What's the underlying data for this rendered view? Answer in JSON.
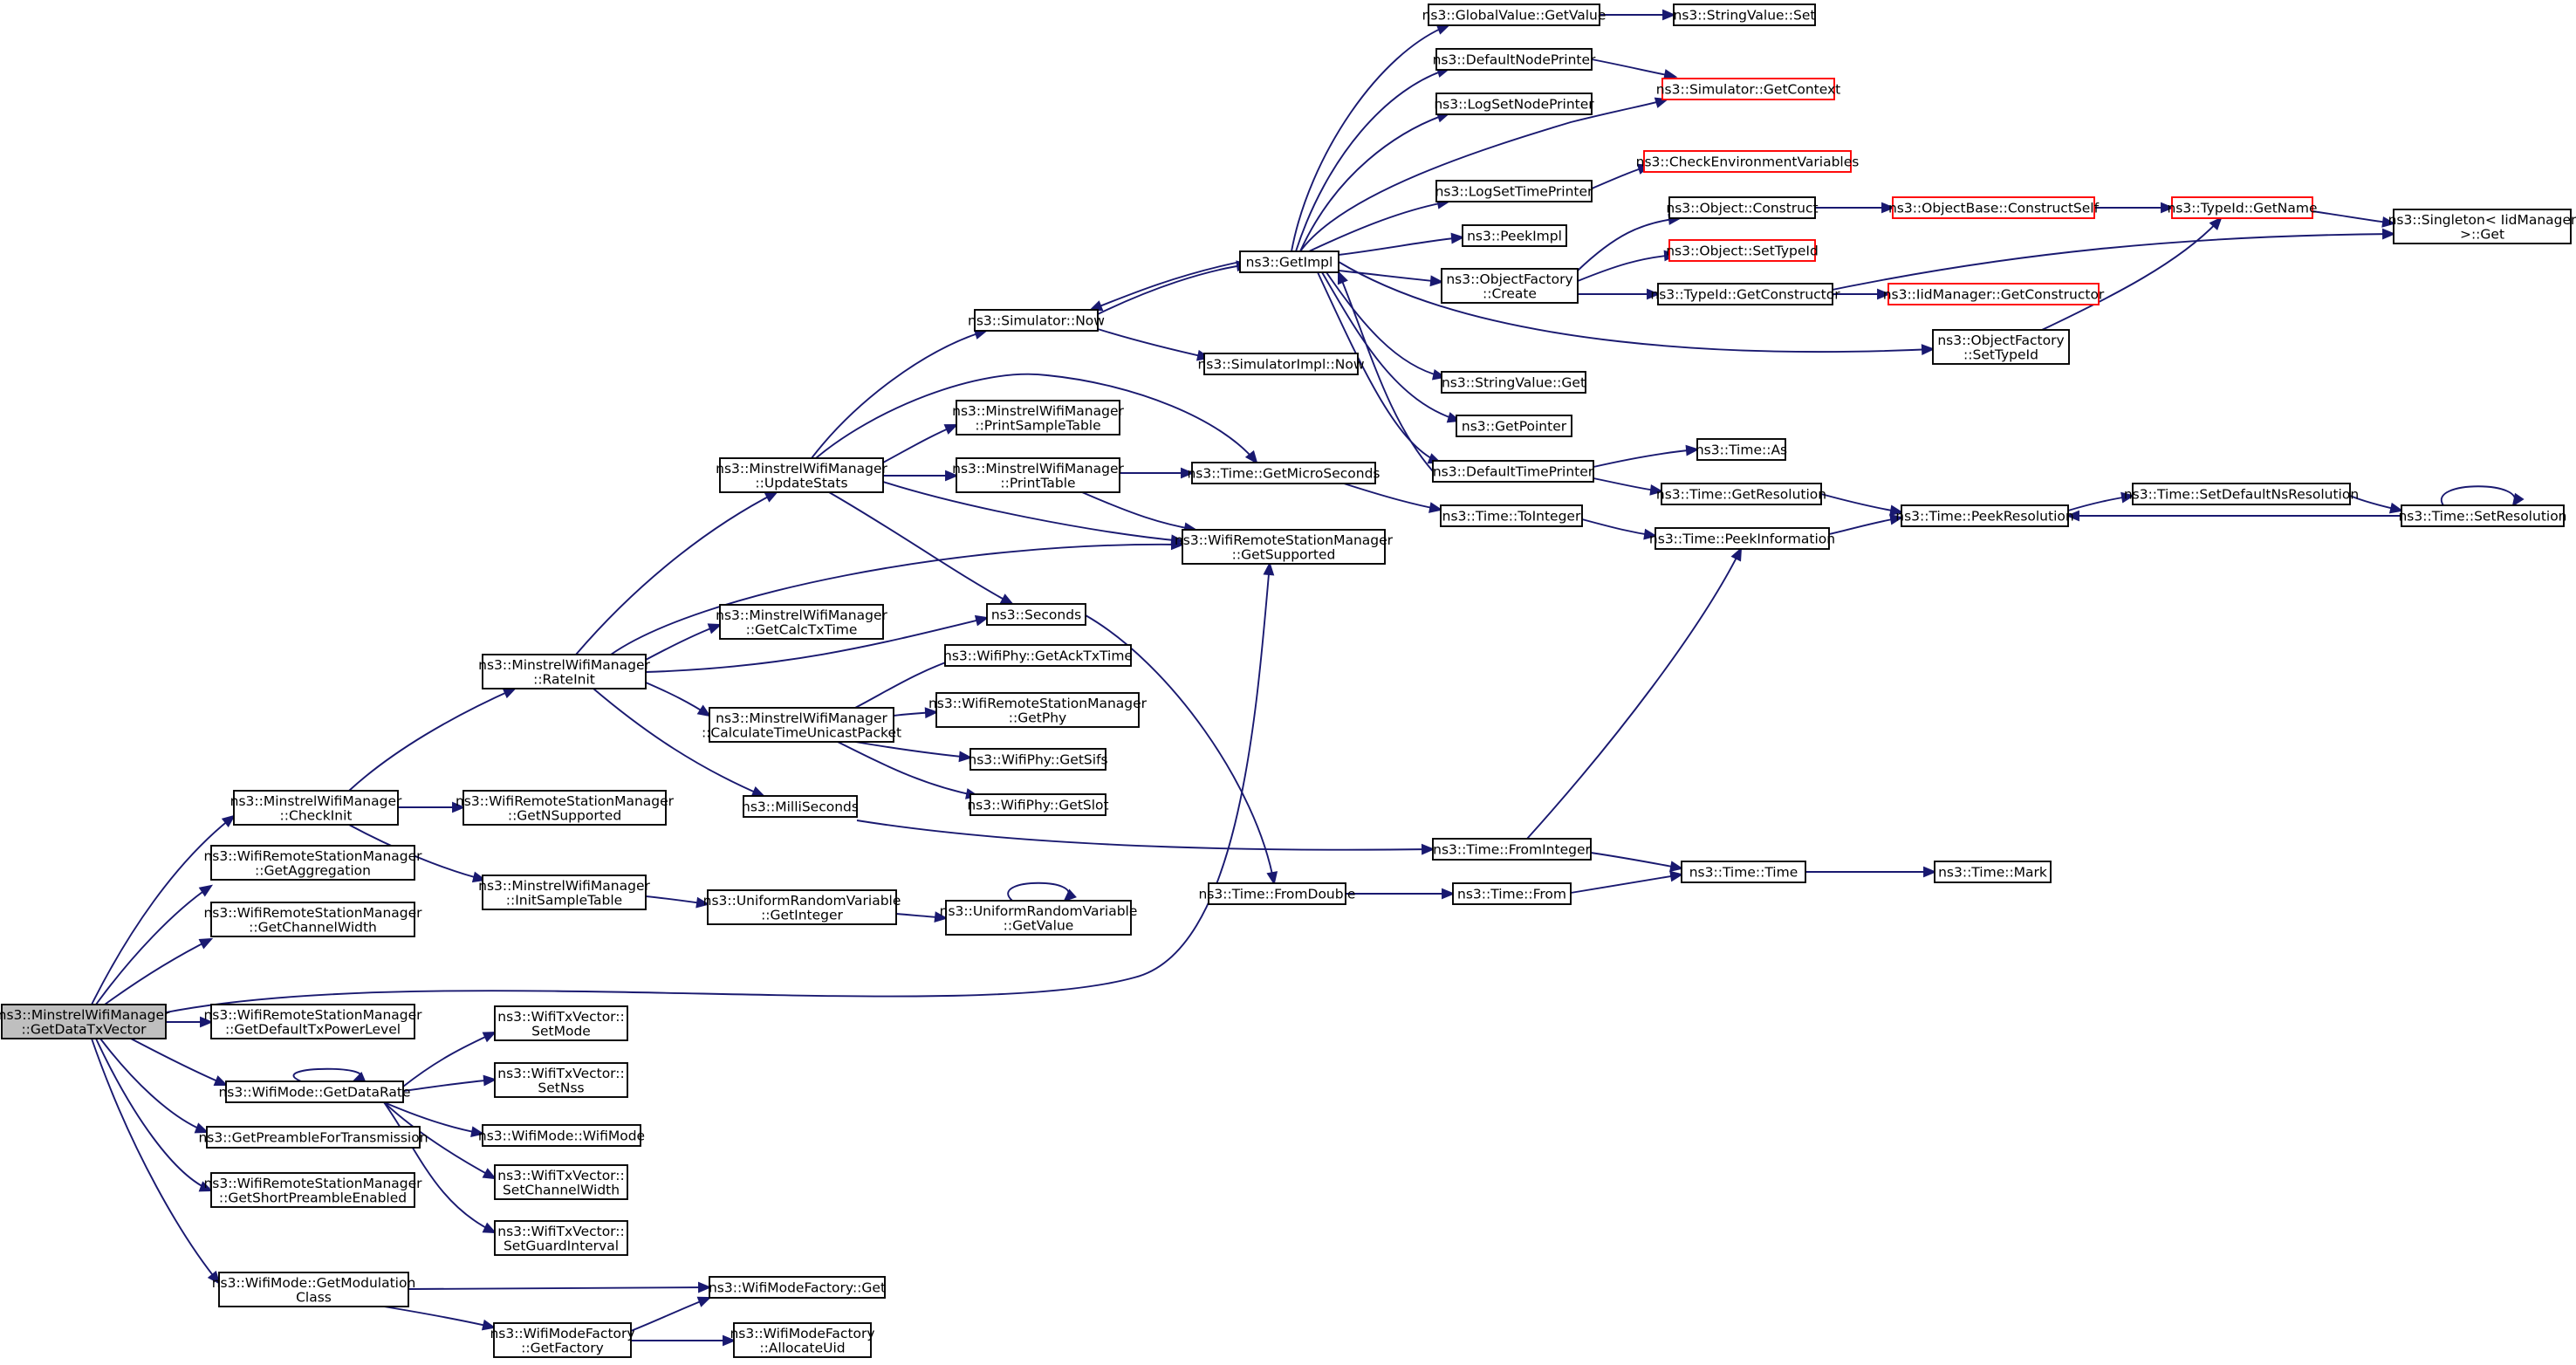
{
  "graph": {
    "edge_color": "#191970",
    "node_border_color": "#000000",
    "external_node_border_color": "#ff0000",
    "root_fill_color": "#bfbfbf",
    "nodes": [
      {
        "id": "root",
        "lines": [
          "ns3::MinstrelWifiManager",
          "::GetDataTxVector"
        ],
        "style": "root"
      },
      {
        "id": "checkinit",
        "lines": [
          "ns3::MinstrelWifiManager",
          "::CheckInit"
        ]
      },
      {
        "id": "getagg",
        "lines": [
          "ns3::WifiRemoteStationManager",
          "::GetAggregation"
        ]
      },
      {
        "id": "getchw",
        "lines": [
          "ns3::WifiRemoteStationManager",
          "::GetChannelWidth"
        ]
      },
      {
        "id": "getdeftx",
        "lines": [
          "ns3::WifiRemoteStationManager",
          "::GetDefaultTxPowerLevel"
        ]
      },
      {
        "id": "getdatarate",
        "lines": [
          "ns3::WifiMode::GetDataRate"
        ]
      },
      {
        "id": "getpreamble",
        "lines": [
          "ns3::GetPreambleForTransmission"
        ]
      },
      {
        "id": "getshortpre",
        "lines": [
          "ns3::WifiRemoteStationManager",
          "::GetShortPreambleEnabled"
        ]
      },
      {
        "id": "getmodclass",
        "lines": [
          "ns3::WifiMode::GetModulation",
          "Class"
        ]
      },
      {
        "id": "getsupported",
        "lines": [
          "ns3::WifiRemoteStationManager",
          "::GetSupported"
        ]
      },
      {
        "id": "rateinit",
        "lines": [
          "ns3::MinstrelWifiManager",
          "::RateInit"
        ]
      },
      {
        "id": "getnsupp",
        "lines": [
          "ns3::WifiRemoteStationManager",
          "::GetNSupported"
        ]
      },
      {
        "id": "initsample",
        "lines": [
          "ns3::MinstrelWifiManager",
          "::InitSampleTable"
        ]
      },
      {
        "id": "updatestats",
        "lines": [
          "ns3::MinstrelWifiManager",
          "::UpdateStats"
        ]
      },
      {
        "id": "getcalctx",
        "lines": [
          "ns3::MinstrelWifiManager",
          "::GetCalcTxTime"
        ]
      },
      {
        "id": "calctime",
        "lines": [
          "ns3::MinstrelWifiManager",
          "::CalculateTimeUnicastPacket"
        ]
      },
      {
        "id": "millis",
        "lines": [
          "ns3::MilliSeconds"
        ]
      },
      {
        "id": "seconds",
        "lines": [
          "ns3::Seconds"
        ]
      },
      {
        "id": "simnow",
        "lines": [
          "ns3::Simulator::Now"
        ]
      },
      {
        "id": "printsample",
        "lines": [
          "ns3::MinstrelWifiManager",
          "::PrintSampleTable"
        ]
      },
      {
        "id": "printtable",
        "lines": [
          "ns3::MinstrelWifiManager",
          "::PrintTable"
        ]
      },
      {
        "id": "getacktx",
        "lines": [
          "ns3::WifiPhy::GetAckTxTime"
        ]
      },
      {
        "id": "getphy",
        "lines": [
          "ns3::WifiRemoteStationManager",
          "::GetPhy"
        ]
      },
      {
        "id": "getsifs",
        "lines": [
          "ns3::WifiPhy::GetSifs"
        ]
      },
      {
        "id": "getslot",
        "lines": [
          "ns3::WifiPhy::GetSlot"
        ]
      },
      {
        "id": "urvgetint",
        "lines": [
          "ns3::UniformRandomVariable",
          "::GetInteger"
        ]
      },
      {
        "id": "urvgetval",
        "lines": [
          "ns3::UniformRandomVariable",
          "::GetValue"
        ]
      },
      {
        "id": "setmode",
        "lines": [
          "ns3::WifiTxVector::",
          "SetMode"
        ]
      },
      {
        "id": "setnss",
        "lines": [
          "ns3::WifiTxVector::",
          "SetNss"
        ]
      },
      {
        "id": "wifimode",
        "lines": [
          "ns3::WifiMode::WifiMode"
        ]
      },
      {
        "id": "setchw",
        "lines": [
          "ns3::WifiTxVector::",
          "SetChannelWidth"
        ]
      },
      {
        "id": "setgi",
        "lines": [
          "ns3::WifiTxVector::",
          "SetGuardInterval"
        ]
      },
      {
        "id": "wmfget",
        "lines": [
          "ns3::WifiModeFactory::Get"
        ]
      },
      {
        "id": "wmfgetfactory",
        "lines": [
          "ns3::WifiModeFactory",
          "::GetFactory"
        ]
      },
      {
        "id": "wmfalloc",
        "lines": [
          "ns3::WifiModeFactory",
          "::AllocateUid"
        ]
      },
      {
        "id": "getimpl",
        "lines": [
          "ns3::GetImpl"
        ]
      },
      {
        "id": "simimplnow",
        "lines": [
          "ns3::SimulatorImpl::Now"
        ]
      },
      {
        "id": "getmicro",
        "lines": [
          "ns3::Time::GetMicroSeconds"
        ]
      },
      {
        "id": "fromdouble",
        "lines": [
          "ns3::Time::FromDouble"
        ]
      },
      {
        "id": "globalget",
        "lines": [
          "ns3::GlobalValue::GetValue"
        ]
      },
      {
        "id": "defnodeprinter",
        "lines": [
          "ns3::DefaultNodePrinter"
        ]
      },
      {
        "id": "logsetnode",
        "lines": [
          "ns3::LogSetNodePrinter"
        ]
      },
      {
        "id": "logsettime",
        "lines": [
          "ns3::LogSetTimePrinter"
        ]
      },
      {
        "id": "peekimpl",
        "lines": [
          "ns3::PeekImpl"
        ]
      },
      {
        "id": "objfactcreate",
        "lines": [
          "ns3::ObjectFactory",
          "::Create"
        ]
      },
      {
        "id": "strvalget",
        "lines": [
          "ns3::StringValue::Get"
        ]
      },
      {
        "id": "getpointer",
        "lines": [
          "ns3::GetPointer"
        ]
      },
      {
        "id": "deftimeprinter",
        "lines": [
          "ns3::DefaultTimePrinter"
        ]
      },
      {
        "id": "tointeger",
        "lines": [
          "ns3::Time::ToInteger"
        ]
      },
      {
        "id": "frominteger",
        "lines": [
          "ns3::Time::FromInteger"
        ]
      },
      {
        "id": "timefrom",
        "lines": [
          "ns3::Time::From"
        ]
      },
      {
        "id": "strvalset",
        "lines": [
          "ns3::StringValue::Set"
        ]
      },
      {
        "id": "simgetctx",
        "lines": [
          "ns3::Simulator::GetContext"
        ],
        "style": "ext"
      },
      {
        "id": "checkenv",
        "lines": [
          "ns3::CheckEnvironmentVariables"
        ],
        "style": "ext"
      },
      {
        "id": "objconstruct",
        "lines": [
          "ns3::Object::Construct"
        ]
      },
      {
        "id": "objsettypeid",
        "lines": [
          "ns3::Object::SetTypeId"
        ],
        "style": "ext"
      },
      {
        "id": "typeidgetctor",
        "lines": [
          "ns3::TypeId::GetConstructor"
        ]
      },
      {
        "id": "timeas",
        "lines": [
          "ns3::Time::As"
        ]
      },
      {
        "id": "timegetres",
        "lines": [
          "ns3::Time::GetResolution"
        ]
      },
      {
        "id": "timepeekinfo",
        "lines": [
          "ns3::Time::PeekInformation"
        ]
      },
      {
        "id": "timetime",
        "lines": [
          "ns3::Time::Time"
        ]
      },
      {
        "id": "objbaseconstruct",
        "lines": [
          "ns3::ObjectBase::ConstructSelf"
        ],
        "style": "ext"
      },
      {
        "id": "iidgetctor",
        "lines": [
          "ns3::IidManager::GetConstructor"
        ],
        "style": "ext"
      },
      {
        "id": "objfactsettypeid",
        "lines": [
          "ns3::ObjectFactory",
          "::SetTypeId"
        ]
      },
      {
        "id": "timepeekres",
        "lines": [
          "ns3::Time::PeekResolution"
        ]
      },
      {
        "id": "timemark",
        "lines": [
          "ns3::Time::Mark"
        ]
      },
      {
        "id": "typeidgetname",
        "lines": [
          "ns3::TypeId::GetName"
        ],
        "style": "ext"
      },
      {
        "id": "timesetdefns",
        "lines": [
          "ns3::Time::SetDefaultNsResolution"
        ]
      },
      {
        "id": "singletonget",
        "lines": [
          "ns3::Singleton< IidManager",
          ">::Get"
        ]
      },
      {
        "id": "timesetres",
        "lines": [
          "ns3::Time::SetResolution"
        ]
      }
    ]
  }
}
